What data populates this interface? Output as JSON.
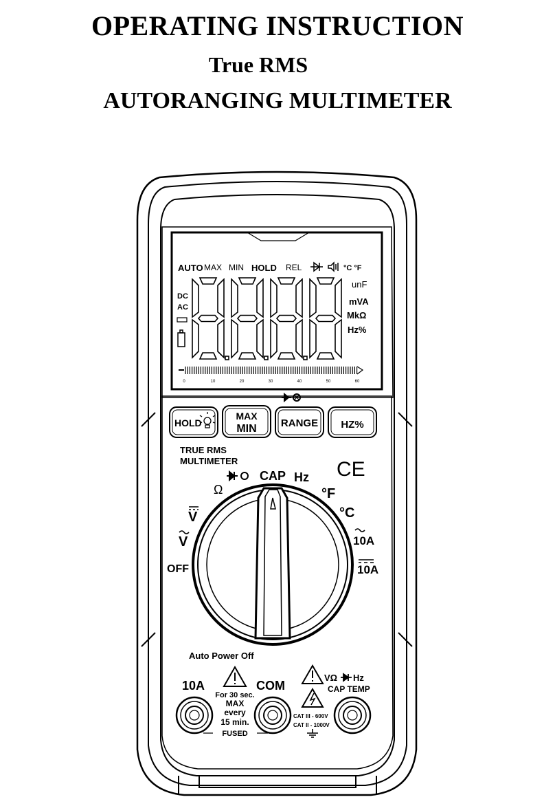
{
  "header": {
    "title": "OPERATING INSTRUCTION",
    "subtitle1": "True RMS",
    "subtitle2": "AUTORANGING MULTIMETER"
  },
  "lcd": {
    "auto": "AUTO",
    "max": "MAX",
    "min": "MIN",
    "hold": "HOLD",
    "rel": "REL",
    "temp_units": "°C °F",
    "dc": "DC",
    "ac": "AC",
    "unit_nf": "unF",
    "unit_mva": "mVA",
    "unit_mk": "MkΩ",
    "unit_hz": "Hz%",
    "scale_ticks": [
      "0",
      "10",
      "20",
      "30",
      "40",
      "50",
      "60"
    ]
  },
  "buttons": {
    "hold": "HOLD",
    "maxmin_line1": "MAX",
    "maxmin_line2": "MIN",
    "range": "RANGE",
    "hz": "HZ%"
  },
  "brand": {
    "line1": "TRUE RMS",
    "line2": "MULTIMETER",
    "ce": "CE"
  },
  "dial": {
    "cap": "CAP",
    "hz": "Hz",
    "ohm": "Ω",
    "f": "°F",
    "c": "°C",
    "vdc": "V",
    "vac": "V",
    "off": "OFF",
    "a_ac": "10A",
    "a_dc": "10A"
  },
  "bottom": {
    "auto_power_off": "Auto Power Off",
    "jack_10a": "10A",
    "jack_com": "COM",
    "volt_label": "VΩ",
    "volt_hz": "Hz",
    "cap_temp": "CAP TEMP",
    "fuse_1": "For 30 sec.",
    "fuse_2": "MAX",
    "fuse_3": "every",
    "fuse_4": "15 min.",
    "fuse_5": "FUSED",
    "cat3": "CAT III - 600V",
    "cat2": "CAT II - 1000V"
  }
}
